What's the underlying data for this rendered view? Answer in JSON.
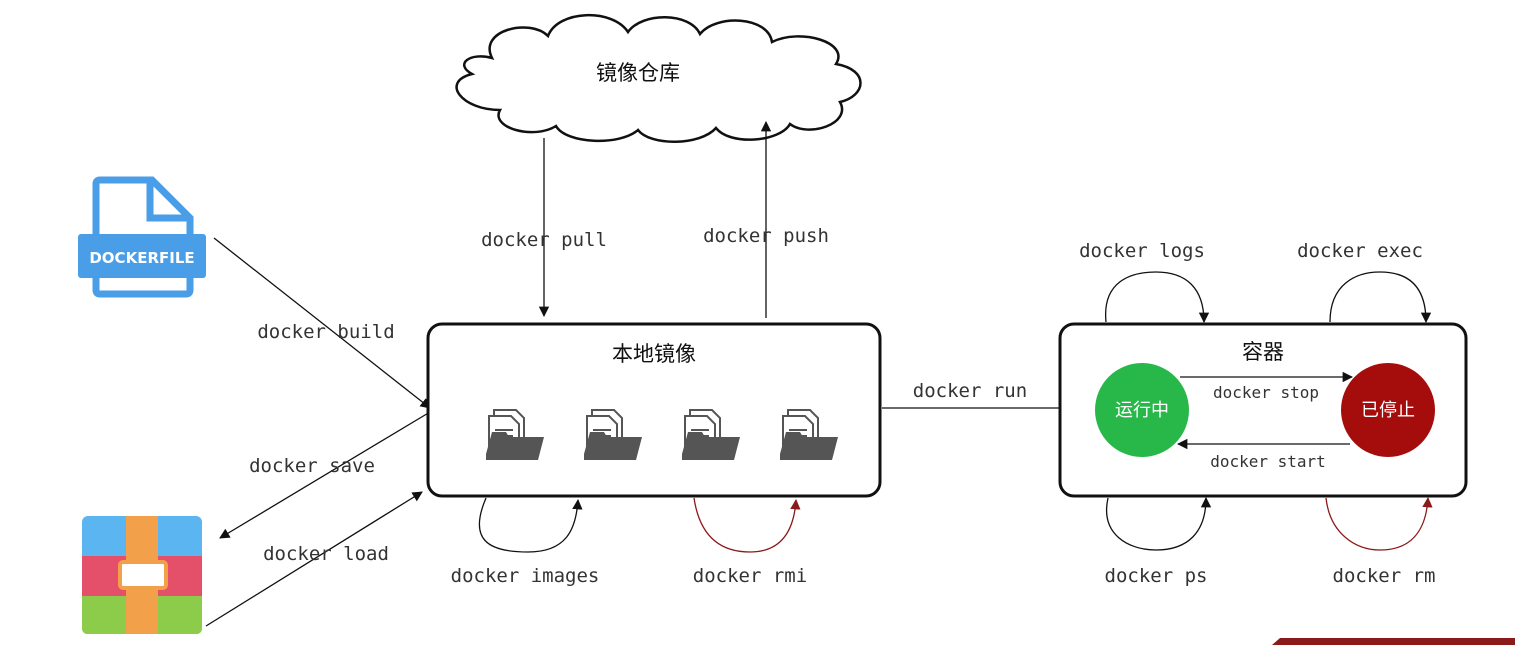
{
  "cloud": {
    "label": "镜像仓库"
  },
  "dockerfile": {
    "label": "DOCKERFILE",
    "color": "#4a9ee8"
  },
  "local_images": {
    "title": "本地镜像"
  },
  "container": {
    "title": "容器",
    "running": {
      "label": "运行中",
      "color": "#28b84a"
    },
    "stopped": {
      "label": "已停止",
      "color": "#a50d0d"
    }
  },
  "archive": {
    "colors": {
      "top": "#5ab5f0",
      "middle": "#e4506a",
      "bottom": "#8ccc4a",
      "strap": "#f2a04a"
    }
  },
  "commands": {
    "pull": "docker pull",
    "push": "docker push",
    "build": "docker build",
    "save": "docker save",
    "load": "docker load",
    "images": "docker images",
    "rmi": "docker rmi",
    "run": "docker run",
    "logs": "docker logs",
    "exec": "docker exec",
    "stop": "docker stop",
    "start": "docker start",
    "ps": "docker ps",
    "rm": "docker rm"
  }
}
